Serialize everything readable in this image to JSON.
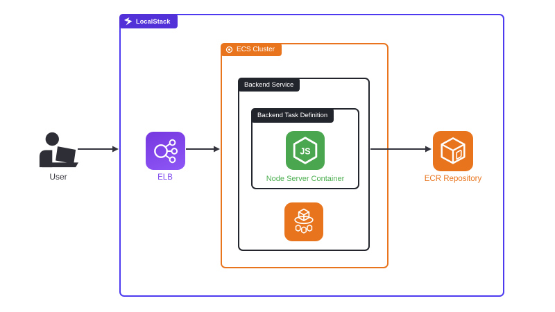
{
  "containers": {
    "localstack": {
      "label": "LocalStack",
      "icon": "localstack-logo-icon"
    },
    "ecs_cluster": {
      "label": "ECS Cluster",
      "icon": "ecs-cluster-ring-icon"
    },
    "backend_service": {
      "label": "Backend Service"
    },
    "backend_task_definition": {
      "label": "Backend Task Definition"
    }
  },
  "nodes": {
    "user": {
      "label": "User",
      "icon": "person-laptop-icon"
    },
    "elb": {
      "label": "ELB",
      "icon": "load-balancer-icon"
    },
    "node_server_container": {
      "label": "Node Server Container",
      "icon": "nodejs-hexagon-icon",
      "icon_text": "JS"
    },
    "ecs_service": {
      "icon": "ecs-containers-icon"
    },
    "ecr": {
      "label": "ECR Repository",
      "icon": "ecr-cube-icon"
    }
  },
  "colors": {
    "localstack_border": "#4B3AF0",
    "localstack_tab": "#5331D9",
    "aws_orange": "#E8751E",
    "container_dark": "#23252D",
    "node_green": "#4BA74F",
    "node_text_green": "#4CAF50",
    "elb_purple": "#7C45EE",
    "arrow": "#33333E",
    "background": "#FFFFFF"
  }
}
